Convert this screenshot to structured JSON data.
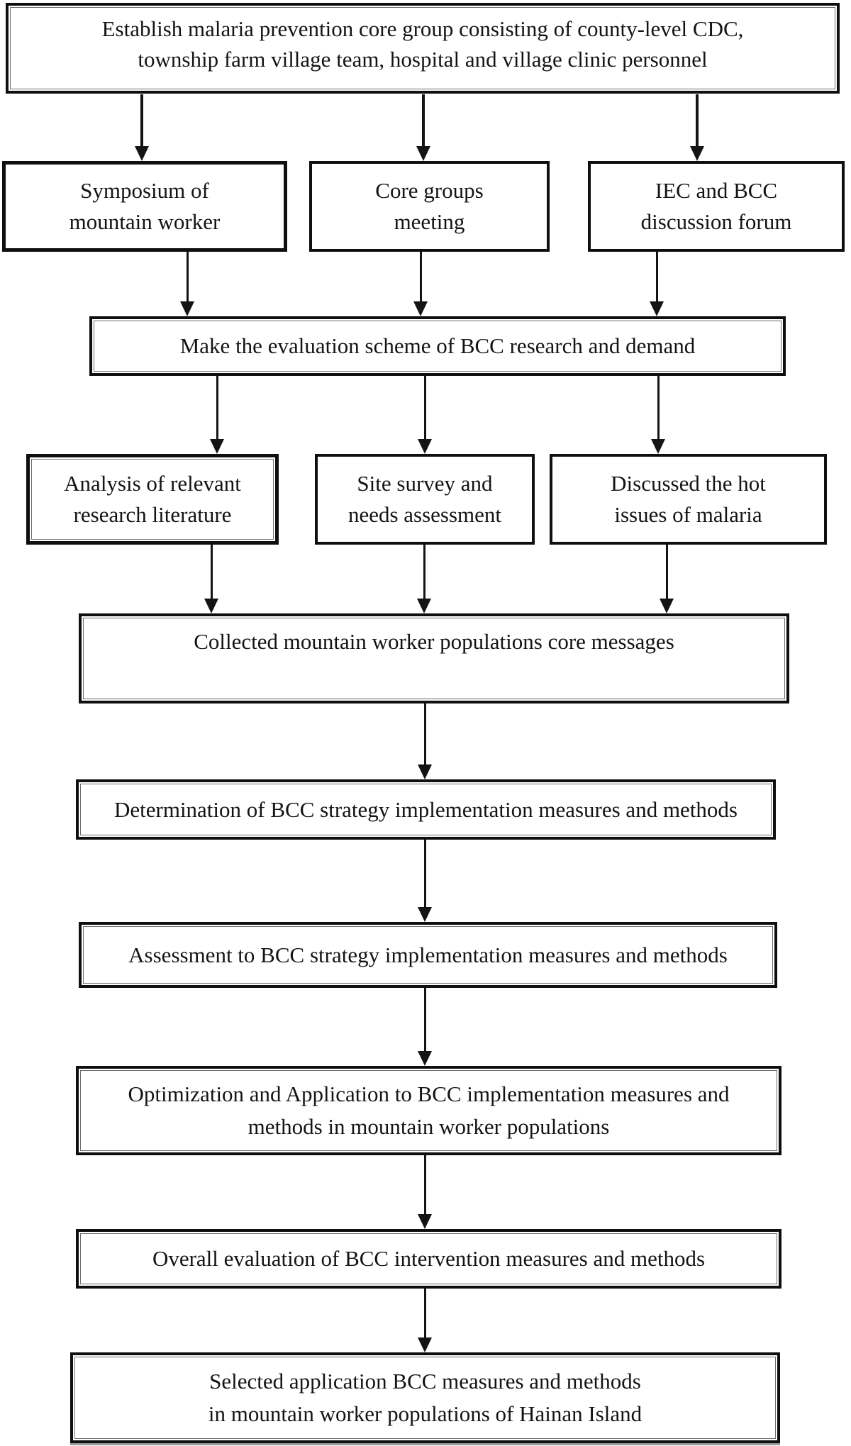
{
  "figure": {
    "type": "flowchart",
    "colors": {
      "line": "#141414",
      "border": "#0f0f0f",
      "background": "#ffffff",
      "text": "#141414"
    },
    "nodes": {
      "establish": {
        "lines": [
          "Establish malaria prevention core group consisting of county-level CDC,",
          "township farm village team, hospital and village clinic personnel"
        ]
      },
      "symposium": {
        "lines": [
          "Symposium of",
          "mountain worker"
        ]
      },
      "core_groups": {
        "lines": [
          "Core groups",
          "meeting"
        ]
      },
      "iec_bcc": {
        "lines": [
          "IEC and BCC",
          "discussion forum"
        ]
      },
      "evaluation_scheme": {
        "lines": [
          "Make the evaluation scheme of BCC research and demand"
        ]
      },
      "analysis_literature": {
        "lines": [
          "Analysis of relevant",
          "research literature"
        ]
      },
      "site_survey": {
        "lines": [
          "Site survey and",
          "needs assessment"
        ]
      },
      "hot_issues": {
        "lines": [
          "Discussed the hot",
          "issues of malaria"
        ]
      },
      "collected_messages": {
        "lines": [
          "Collected mountain worker populations core messages"
        ]
      },
      "determination": {
        "lines": [
          "Determination of BCC strategy implementation measures and methods"
        ]
      },
      "assessment": {
        "lines": [
          "Assessment to BCC strategy implementation measures and methods"
        ]
      },
      "optimization": {
        "lines": [
          "Optimization and Application to BCC implementation measures and",
          "methods in mountain worker populations"
        ]
      },
      "overall_evaluation": {
        "lines": [
          "Overall evaluation of BCC intervention measures and methods"
        ]
      },
      "selected_application": {
        "lines": [
          "Selected application BCC measures and methods",
          "in mountain worker populations of Hainan Island"
        ]
      }
    }
  }
}
